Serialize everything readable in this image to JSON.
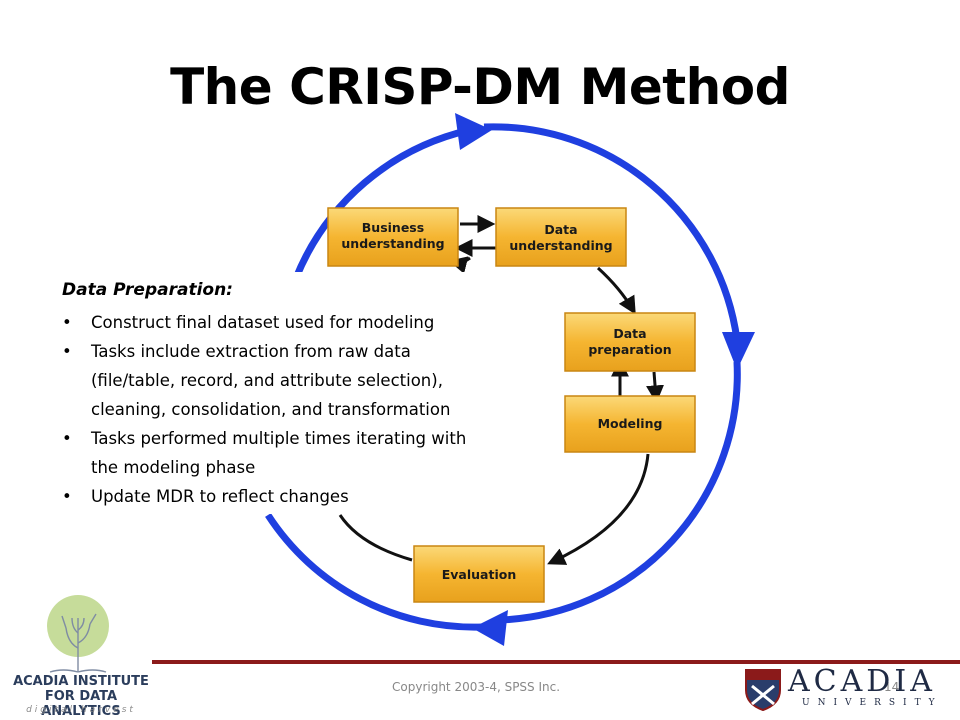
{
  "slide": {
    "title": "The CRISP-DM Method",
    "slide_number": "14",
    "copyright": "Copyright 2003-4, SPSS Inc."
  },
  "diagram": {
    "phases": [
      {
        "id": "business",
        "lines": [
          "Business",
          "understanding"
        ]
      },
      {
        "id": "data-understanding",
        "lines": [
          "Data",
          "understanding"
        ]
      },
      {
        "id": "data-preparation",
        "lines": [
          "Data",
          "preparation"
        ]
      },
      {
        "id": "modeling",
        "lines": [
          "Modeling"
        ]
      },
      {
        "id": "evaluation",
        "lines": [
          "Evaluation"
        ]
      }
    ],
    "colors": {
      "outer_cycle": "#1f3fe0",
      "box_fill": "#f5b531",
      "box_light": "#fbd978",
      "arrow": "#111111"
    }
  },
  "textbox": {
    "heading": "Data Preparation:",
    "bullets": [
      {
        "lines": [
          "Construct final dataset used for modeling"
        ]
      },
      {
        "lines": [
          "Tasks include extraction from raw data",
          "(file/table, record, and attribute selection),",
          "cleaning, consolidation, and transformation"
        ]
      },
      {
        "lines": [
          "Tasks performed multiple times iterating with",
          "the modeling phase"
        ]
      },
      {
        "lines": [
          "Update MDR to reflect changes"
        ]
      }
    ],
    "bullet_glyph": "•"
  },
  "logos": {
    "institute": {
      "line1": "ACADIA INSTITUTE",
      "line2": "FOR DATA ANALYTICS",
      "line3": "digital harvest"
    },
    "university": {
      "name": "ACADIA",
      "sub": "UNIVERSITY"
    }
  }
}
